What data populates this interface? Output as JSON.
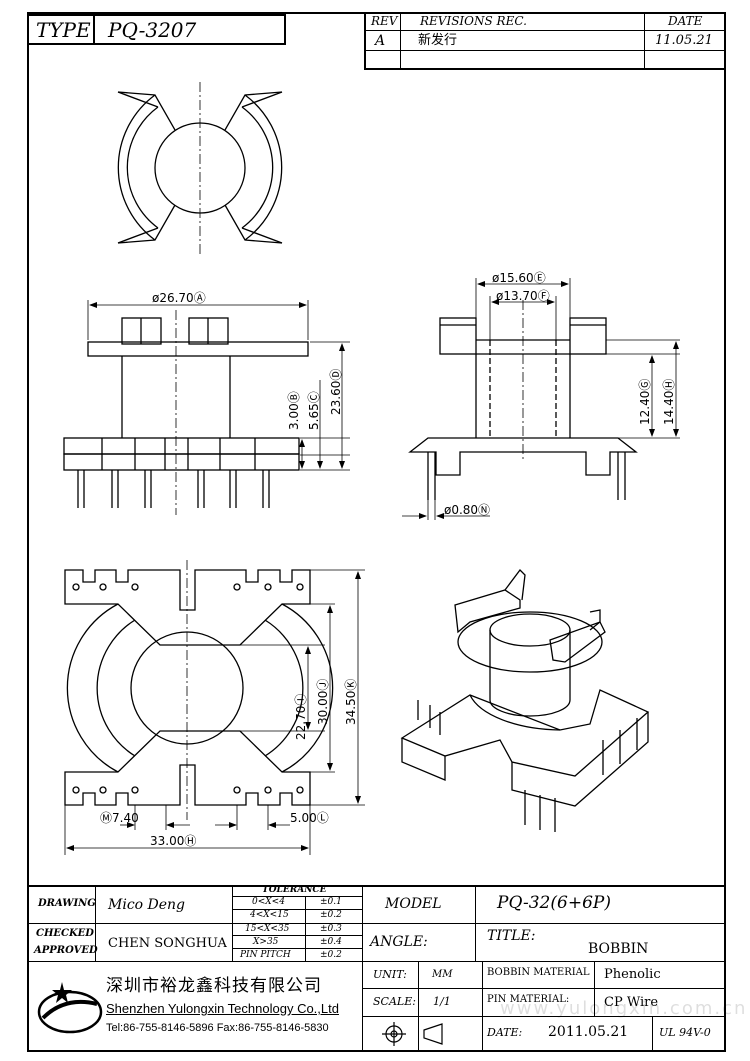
{
  "header": {
    "type_label": "TYPE",
    "type_value": "PQ-3207",
    "rev_label": "REV",
    "revisions_label": "REVISIONS REC.",
    "date_label": "DATE",
    "rev_value": "A",
    "revision_text": "新发行",
    "revision_date": "11.05.21"
  },
  "dimensions": {
    "d1": "ø26.70Ⓐ",
    "d2": "3.00Ⓑ",
    "d3": "5.65Ⓒ",
    "d4": "23.60Ⓓ",
    "d5": "ø15.60Ⓔ",
    "d6": "ø13.70Ⓕ",
    "d7": "12.40Ⓖ",
    "d8": "14.40Ⓗ",
    "d9": "ø0.80Ⓝ",
    "d10": "22.70Ⓘ",
    "d11": "30.00Ⓙ",
    "d12": "34.50Ⓚ",
    "d13": "Ⓜ7.40",
    "d14": "5.00Ⓛ",
    "d15": "33.00Ⓗ"
  },
  "title_block": {
    "drawing_label": "DRAWING",
    "drawing_value": "Mico Deng",
    "checked_label": "CHECKED",
    "approved_label": "APPROVED",
    "approved_value": "CHEN SONGHUA",
    "tolerance_label": "TOLERANCE",
    "tolerance_rows": [
      {
        "range": "0<X<4",
        "value": "±0.1"
      },
      {
        "range": "4<X<15",
        "value": "±0.2"
      },
      {
        "range": "15<X<35",
        "value": "±0.3"
      },
      {
        "range": "X>35",
        "value": "±0.4"
      },
      {
        "range": "PIN PITCH",
        "value": "±0.2"
      }
    ],
    "model_label": "MODEL",
    "model_value": "PQ-32(6+6P)",
    "angle_label": "ANGLE:",
    "title_label": "TITLE:",
    "title_value": "BOBBIN",
    "unit_label": "UNIT:",
    "unit_value": "MM",
    "scale_label": "SCALE:",
    "scale_value": "1/1",
    "bobbin_material_label": "BOBBIN MATERIAL",
    "bobbin_material_value": "Phenolic",
    "pin_material_label": "PIN MATERIAL:",
    "pin_material_value": "CP Wire",
    "date_label": "DATE:",
    "date_value": "2011.05.21",
    "ul_value": "UL 94V-0",
    "company_cn": "深圳市裕龙鑫科技有限公司",
    "company_en": "Shenzhen Yulongxin Technology Co.,Ltd",
    "company_contact": "Tel:86-755-8146-5896  Fax:86-755-8146-5830",
    "watermark": "www.yulongxin.com.cn"
  }
}
